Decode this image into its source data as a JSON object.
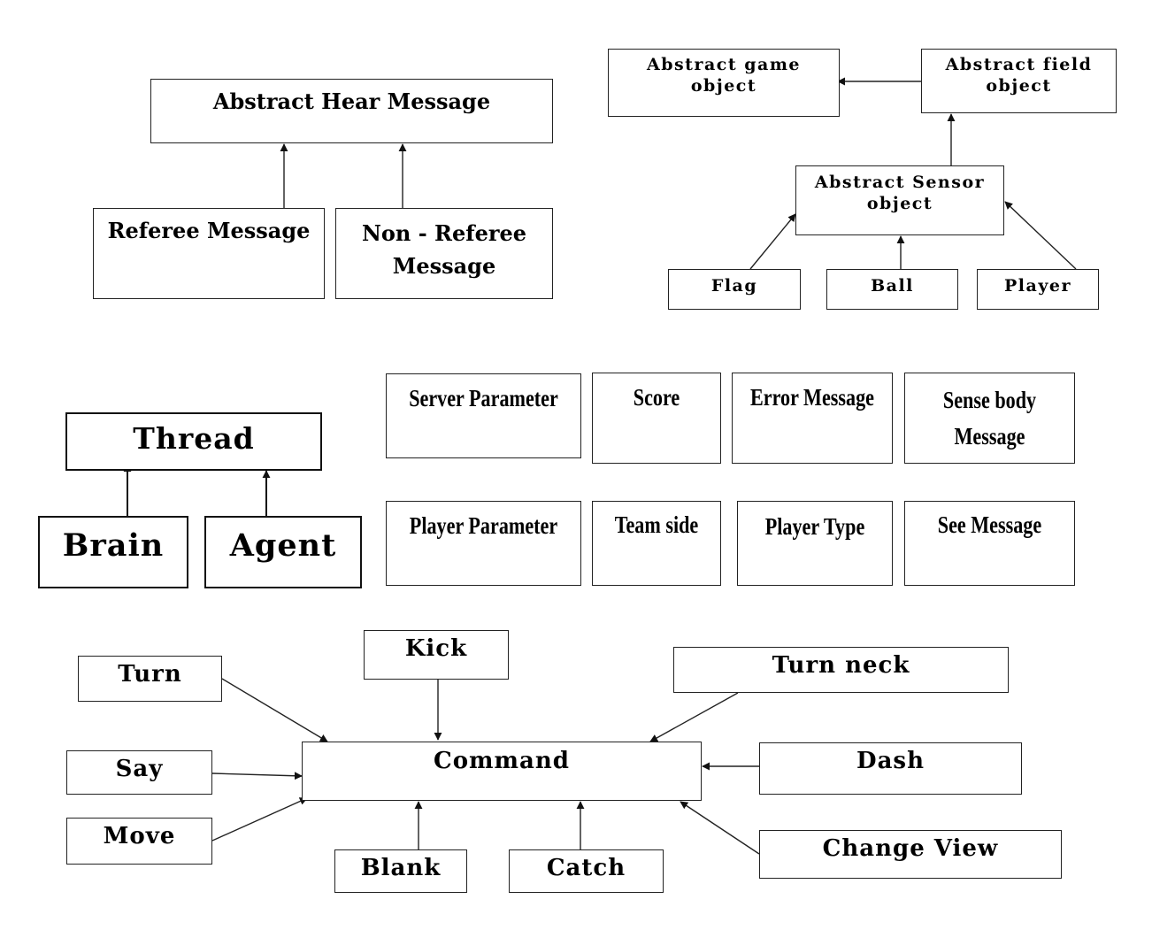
{
  "hear_message": {
    "parent": "Abstract Hear Message",
    "children": [
      "Referee Message",
      "Non - Referee\nMessage"
    ]
  },
  "game_objects": {
    "game_object": "Abstract game\nobject",
    "field_object": "Abstract field\nobject",
    "sensor_object": "Abstract Sensor\nobject",
    "children": [
      "Flag",
      "Ball",
      "Player"
    ]
  },
  "threads": {
    "parent": "Thread",
    "children": [
      "Brain",
      "Agent"
    ]
  },
  "messages": {
    "row1": [
      "Server Parameter",
      "Score",
      "Error Message",
      "Sense body\nMessage"
    ],
    "row2": [
      "Player Parameter",
      "Team side",
      "Player Type",
      "See Message"
    ]
  },
  "commands": {
    "center": "Command",
    "items": [
      "Turn",
      "Kick",
      "Turn neck",
      "Say",
      "Dash",
      "Move",
      "Blank",
      "Catch",
      "Change View"
    ]
  },
  "colors": {
    "line": "#222222",
    "text": "#000000",
    "background": "#ffffff"
  }
}
